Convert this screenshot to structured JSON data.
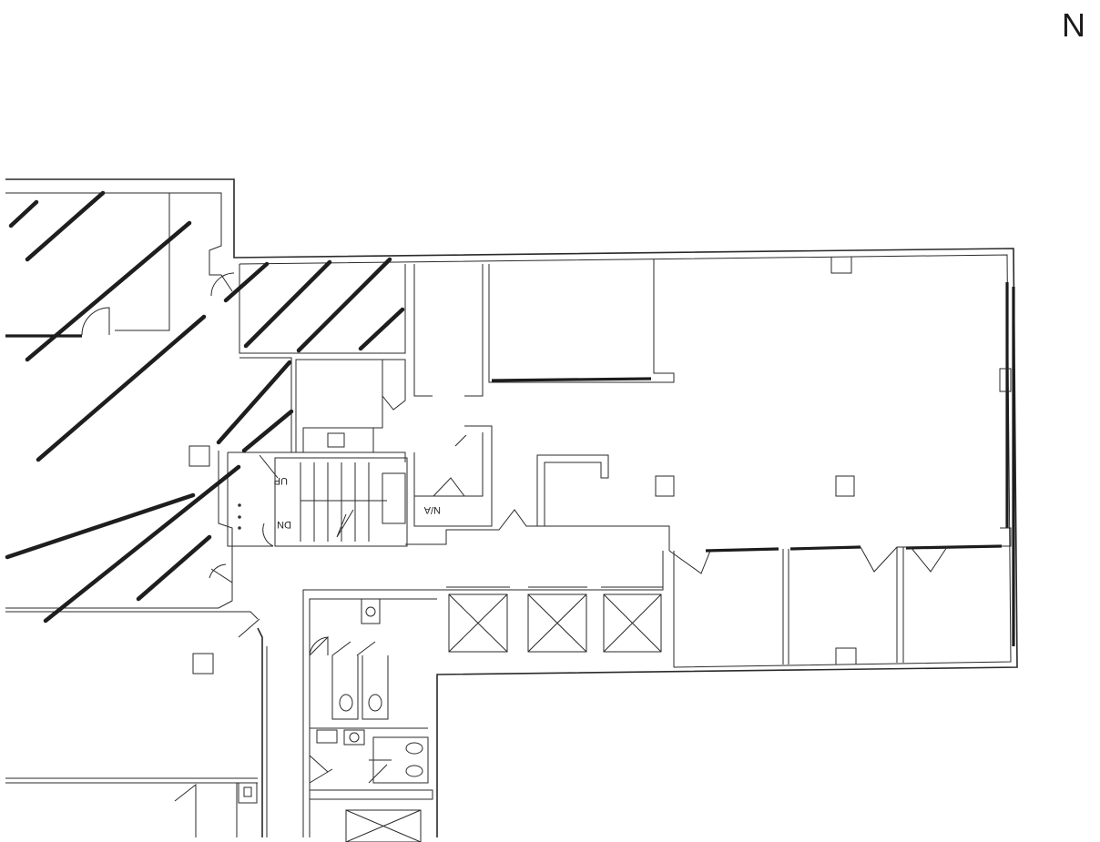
{
  "north_arrow": "N",
  "labels": {
    "stair_up": "UP",
    "stair_down": "DN",
    "na_room": "N/A"
  }
}
